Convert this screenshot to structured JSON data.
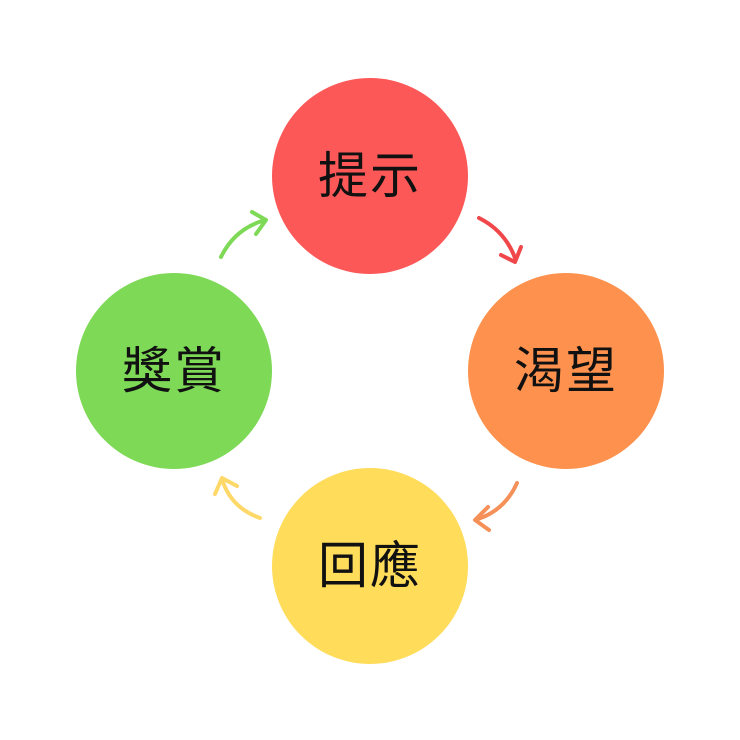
{
  "cycle": {
    "nodes": [
      {
        "label": "提示",
        "color": "#fd5858"
      },
      {
        "label": "渴望",
        "color": "#fd914d"
      },
      {
        "label": "回應",
        "color": "#ffdc5a"
      },
      {
        "label": "獎賞",
        "color": "#7ed957"
      }
    ],
    "arrows": [
      {
        "from": "提示",
        "to": "渴望",
        "color": "#f0474a"
      },
      {
        "from": "渴望",
        "to": "回應",
        "color": "#f59158"
      },
      {
        "from": "回應",
        "to": "獎賞",
        "color": "#ffd86a"
      },
      {
        "from": "獎賞",
        "to": "提示",
        "color": "#7ed957"
      }
    ]
  }
}
